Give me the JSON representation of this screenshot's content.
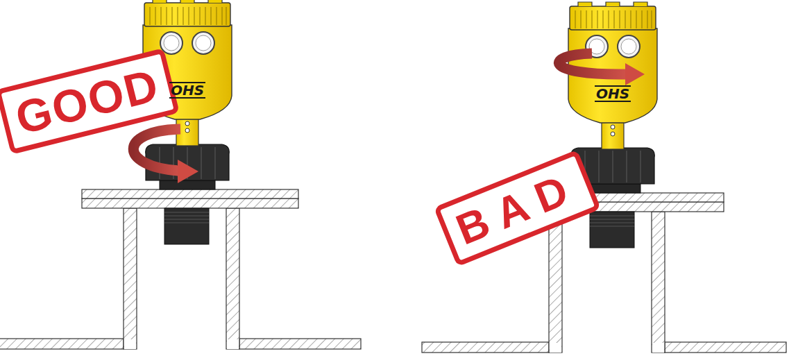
{
  "diagram": {
    "nodes": [
      {
        "text": [
          "GOOD"
        ]
      },
      {
        "text": [
          "BAD"
        ]
      }
    ],
    "labels": [
      "OHS",
      "OHS"
    ]
  }
}
